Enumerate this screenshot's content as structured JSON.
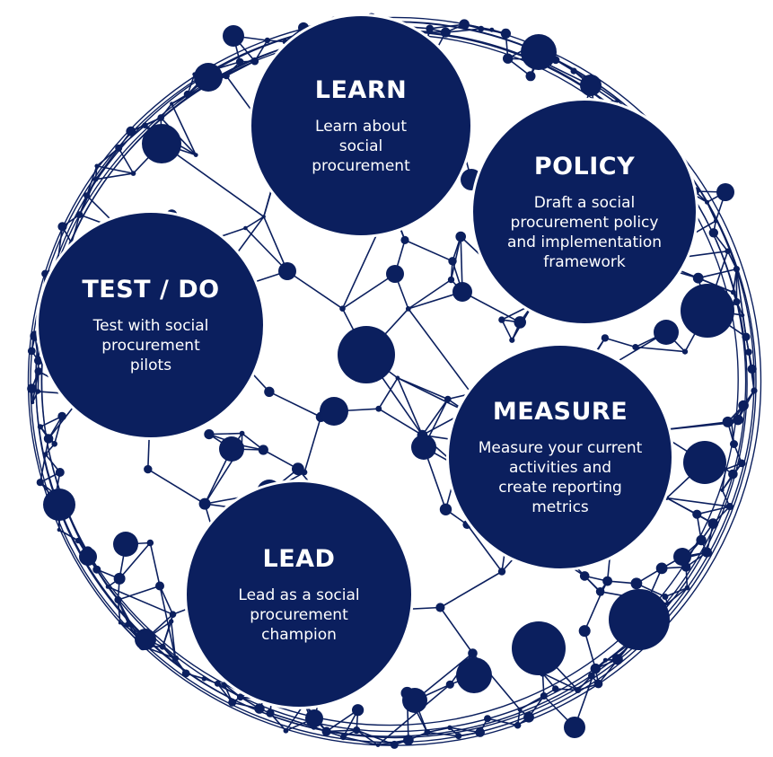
{
  "colors": {
    "primary": "#0b1f5e",
    "text_on_primary": "#ffffff",
    "background": "#ffffff"
  },
  "decoration": "network-sphere",
  "stages": [
    {
      "key": "learn",
      "title": "LEARN",
      "desc_lines": [
        "Learn about",
        "social",
        "procurement"
      ]
    },
    {
      "key": "policy",
      "title": "POLICY",
      "desc_lines": [
        "Draft a social",
        "procurement policy",
        "and implementation",
        "framework"
      ]
    },
    {
      "key": "test",
      "title": "TEST / DO",
      "desc_lines": [
        "Test with social",
        "procurement",
        "pilots"
      ]
    },
    {
      "key": "measure",
      "title": "MEASURE",
      "desc_lines": [
        "Measure your current",
        "activities and",
        "create reporting",
        "metrics"
      ]
    },
    {
      "key": "lead",
      "title": "LEAD",
      "desc_lines": [
        "Lead as a social",
        "procurement",
        "champion"
      ]
    }
  ]
}
